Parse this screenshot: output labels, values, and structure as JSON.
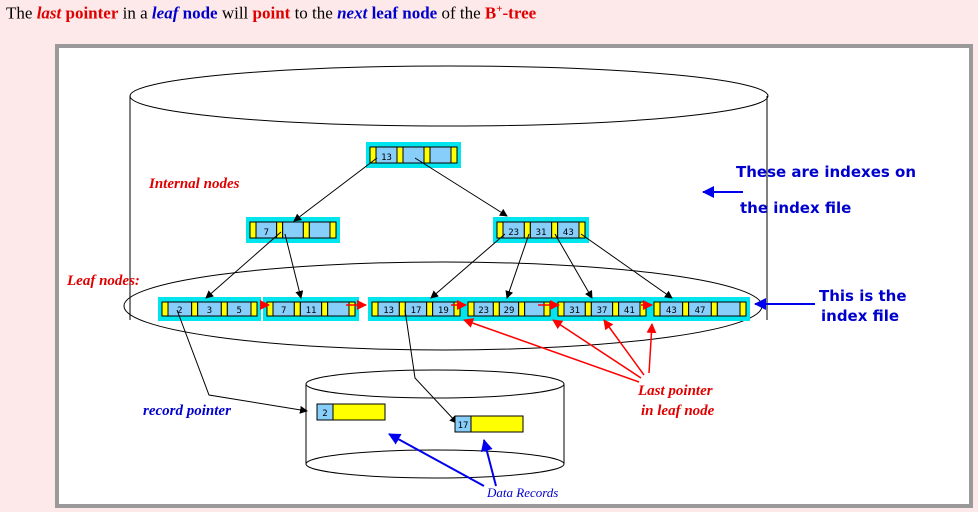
{
  "headline": {
    "p1": "The ",
    "p2": "last",
    "p3": "pointer",
    "p4": " in a ",
    "p5": "leaf",
    "p6": "node",
    "p7": " will ",
    "p8": "point",
    "p9": " to the ",
    "p10": "next",
    "p11": "leaf node",
    "p12": " of the ",
    "p13": "B",
    "p14": "+",
    "p15": "-tree"
  },
  "labels": {
    "internal_nodes": "Internal nodes",
    "leaf_nodes": "Leaf nodes:",
    "record_pointer": "record pointer",
    "data_records": "Data Records",
    "last_pointer_1": "Last pointer",
    "last_pointer_2": "in leaf node",
    "indexes_1": "These are indexes on",
    "indexes_2": "the index file",
    "index_file_1": "This is the",
    "index_file_2": "index file"
  },
  "nodes": {
    "root": [
      "13"
    ],
    "internal_left": [
      "7"
    ],
    "internal_right": [
      "23",
      "31",
      "43"
    ],
    "leaf1": [
      "2",
      "3",
      "5"
    ],
    "leaf2": [
      "7",
      "11"
    ],
    "leaf3": [
      "13",
      "17",
      "19"
    ],
    "leaf4": [
      "23",
      "29"
    ],
    "leaf5": [
      "31",
      "37",
      "41"
    ],
    "leaf6": [
      "43",
      "47"
    ]
  },
  "records": {
    "rec1": "2",
    "rec2": "17"
  },
  "colors": {
    "node_bg": "#00e5ee",
    "pointer_cell": "#ffff00",
    "key_cell": "#87cefa",
    "label_red": "#e00000",
    "label_blue": "#0000cc",
    "arrow_red": "#ff0000",
    "arrow_blue": "#0000ee"
  }
}
